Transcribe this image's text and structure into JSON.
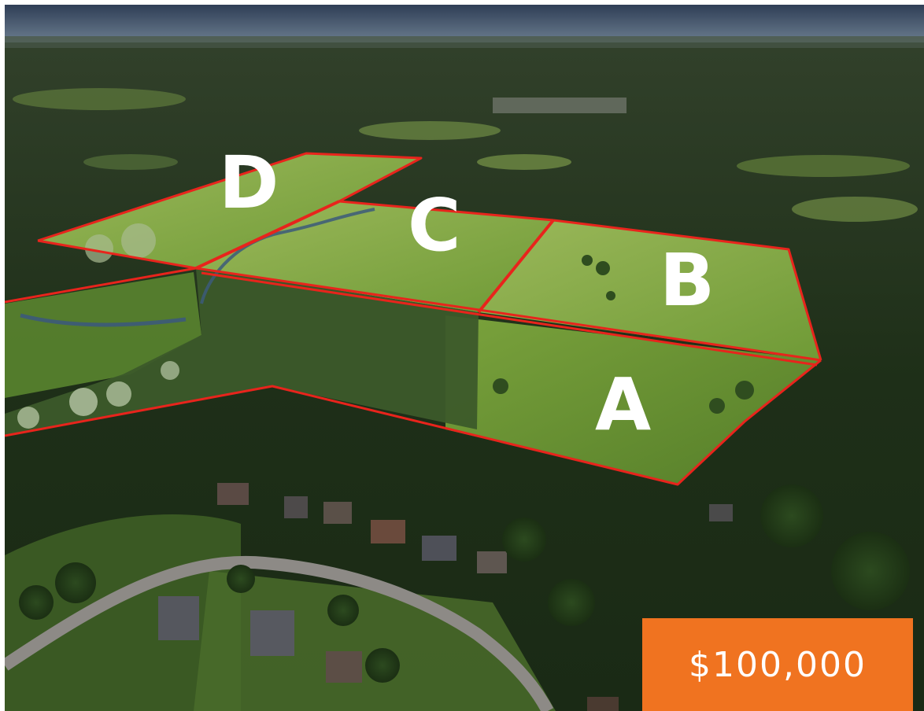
{
  "photo": {
    "description_icon": "aerial-land-photo",
    "parcels": [
      {
        "id": "A",
        "label": "A"
      },
      {
        "id": "B",
        "label": "B"
      },
      {
        "id": "C",
        "label": "C"
      },
      {
        "id": "D",
        "label": "D"
      }
    ],
    "boundary_color": "#e8241c"
  },
  "price_badge": {
    "text": "$100,000",
    "color": "#f07320"
  }
}
